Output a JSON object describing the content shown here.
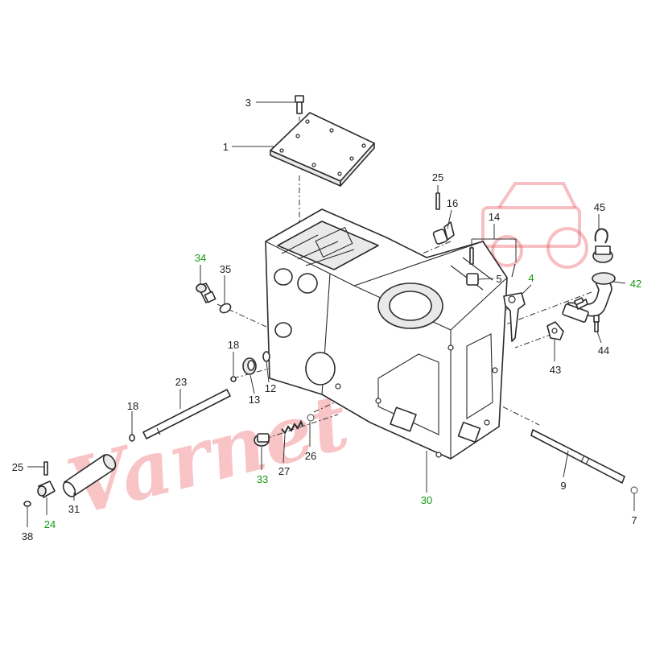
{
  "watermark": {
    "text": "Varnet",
    "color": "#e8474e"
  },
  "label_colors": {
    "normal": "#222222",
    "highlight": "#119911"
  },
  "callouts": [
    {
      "id": "3",
      "text": "3",
      "highlight": false
    },
    {
      "id": "1",
      "text": "1",
      "highlight": false
    },
    {
      "id": "25a",
      "text": "25",
      "highlight": false
    },
    {
      "id": "16",
      "text": "16",
      "highlight": false
    },
    {
      "id": "14",
      "text": "14",
      "highlight": false
    },
    {
      "id": "45",
      "text": "45",
      "highlight": false
    },
    {
      "id": "34",
      "text": "34",
      "highlight": true
    },
    {
      "id": "35",
      "text": "35",
      "highlight": false
    },
    {
      "id": "5",
      "text": "5",
      "highlight": false
    },
    {
      "id": "4",
      "text": "4",
      "highlight": true
    },
    {
      "id": "42",
      "text": "42",
      "highlight": true
    },
    {
      "id": "18a",
      "text": "18",
      "highlight": false
    },
    {
      "id": "23",
      "text": "23",
      "highlight": false
    },
    {
      "id": "13",
      "text": "13",
      "highlight": false
    },
    {
      "id": "12",
      "text": "12",
      "highlight": false
    },
    {
      "id": "43",
      "text": "43",
      "highlight": false
    },
    {
      "id": "44",
      "text": "44",
      "highlight": false
    },
    {
      "id": "18b",
      "text": "18",
      "highlight": false
    },
    {
      "id": "25b",
      "text": "25",
      "highlight": false
    },
    {
      "id": "33",
      "text": "33",
      "highlight": true
    },
    {
      "id": "27",
      "text": "27",
      "highlight": false
    },
    {
      "id": "26",
      "text": "26",
      "highlight": false
    },
    {
      "id": "9",
      "text": "9",
      "highlight": false
    },
    {
      "id": "31",
      "text": "31",
      "highlight": false
    },
    {
      "id": "24",
      "text": "24",
      "highlight": true
    },
    {
      "id": "38",
      "text": "38",
      "highlight": false
    },
    {
      "id": "30",
      "text": "30",
      "highlight": true
    },
    {
      "id": "7",
      "text": "7",
      "highlight": false
    }
  ]
}
